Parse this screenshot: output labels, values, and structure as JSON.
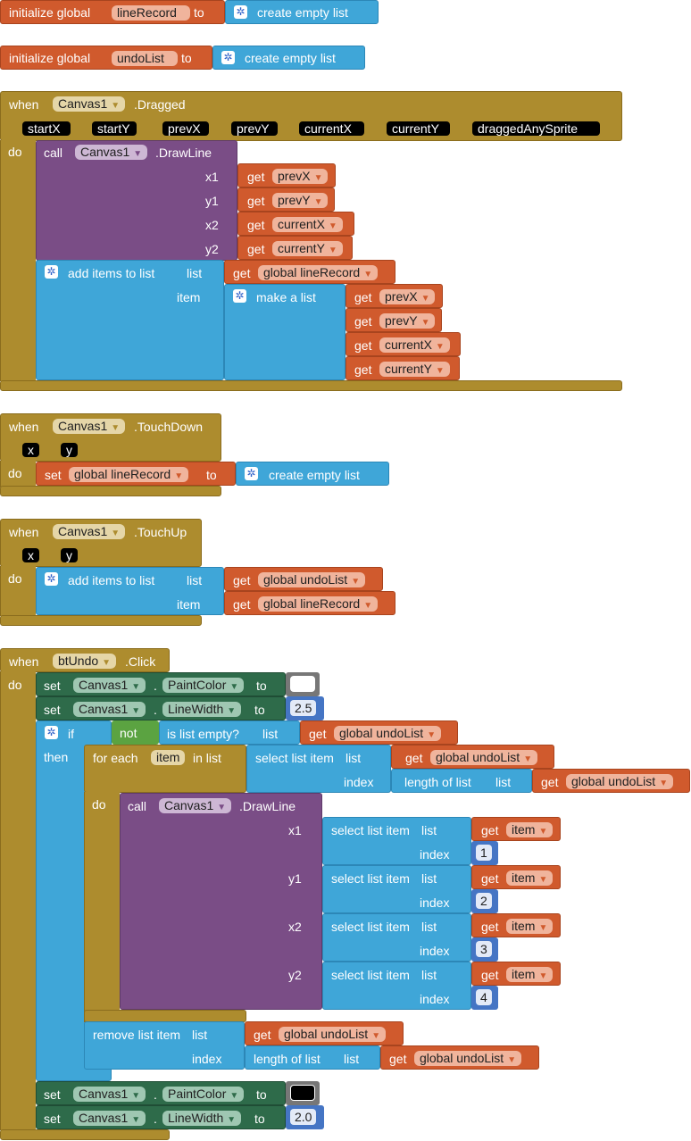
{
  "init1": {
    "keyword": "initialize global",
    "name": "lineRecord",
    "to": "to",
    "value": "create empty list"
  },
  "init2": {
    "keyword": "initialize global",
    "name": "undoList",
    "to": "to",
    "value": "create empty list"
  },
  "dragged": {
    "when": "when",
    "component": "Canvas1",
    "event": ".Dragged",
    "params": [
      "startX",
      "startY",
      "prevX",
      "prevY",
      "currentX",
      "currentY",
      "draggedAnySprite"
    ],
    "do": "do",
    "call": "call",
    "method": ".DrawLine",
    "args": [
      {
        "label": "x1",
        "get": "get",
        "var": "prevX"
      },
      {
        "label": "y1",
        "get": "get",
        "var": "prevY"
      },
      {
        "label": "x2",
        "get": "get",
        "var": "currentX"
      },
      {
        "label": "y2",
        "get": "get",
        "var": "currentY"
      }
    ],
    "add": {
      "label": "add items to list",
      "list_label": "list",
      "get": "get",
      "list_var": "global lineRecord",
      "item_label": "item",
      "make": "make a list",
      "items": [
        {
          "get": "get",
          "var": "prevX"
        },
        {
          "get": "get",
          "var": "prevY"
        },
        {
          "get": "get",
          "var": "currentX"
        },
        {
          "get": "get",
          "var": "currentY"
        }
      ]
    }
  },
  "touchdown": {
    "when": "when",
    "component": "Canvas1",
    "event": ".TouchDown",
    "params": [
      "x",
      "y"
    ],
    "do": "do",
    "set": "set",
    "var": "global lineRecord",
    "to": "to",
    "value": "create empty list"
  },
  "touchup": {
    "when": "when",
    "component": "Canvas1",
    "event": ".TouchUp",
    "params": [
      "x",
      "y"
    ],
    "do": "do",
    "add": {
      "label": "add items to list",
      "list_label": "list",
      "get1": "get",
      "list_var": "global undoList",
      "item_label": "item",
      "get2": "get",
      "item_var": "global lineRecord"
    }
  },
  "undo": {
    "when": "when",
    "component": "btUndo",
    "event": ".Click",
    "do": "do",
    "set1": {
      "set": "set",
      "comp": "Canvas1",
      "dot": ".",
      "prop": "PaintColor",
      "to": "to",
      "color": "#ffffff"
    },
    "set2": {
      "set": "set",
      "comp": "Canvas1",
      "dot": ".",
      "prop": "LineWidth",
      "to": "to",
      "value": "2.5"
    },
    "if": {
      "if": "if",
      "not": "not",
      "isempty": "is list empty?",
      "list_label": "list",
      "get": "get",
      "var": "global undoList",
      "then": "then"
    },
    "foreach": {
      "label": "for each",
      "var": "item",
      "inlist": "in list",
      "select": "select list item",
      "list_label": "list",
      "get": "get",
      "list_var": "global undoList",
      "index_label": "index",
      "length": "length of list",
      "length_list": "list",
      "get2": "get",
      "length_var": "global undoList",
      "do": "do"
    },
    "drawline": {
      "call": "call",
      "comp": "Canvas1",
      "method": ".DrawLine",
      "args": [
        {
          "label": "x1",
          "select": "select list item",
          "list_label": "list",
          "get": "get",
          "var": "item",
          "index_label": "index",
          "index": "1"
        },
        {
          "label": "y1",
          "select": "select list item",
          "list_label": "list",
          "get": "get",
          "var": "item",
          "index_label": "index",
          "index": "2"
        },
        {
          "label": "x2",
          "select": "select list item",
          "list_label": "list",
          "get": "get",
          "var": "item",
          "index_label": "index",
          "index": "3"
        },
        {
          "label": "y2",
          "select": "select list item",
          "list_label": "list",
          "get": "get",
          "var": "item",
          "index_label": "index",
          "index": "4"
        }
      ]
    },
    "remove": {
      "label": "remove list item",
      "list_label": "list",
      "get": "get",
      "var": "global undoList",
      "index_label": "index",
      "length": "length of list",
      "length_list": "list",
      "get2": "get",
      "length_var": "global undoList"
    },
    "set3": {
      "set": "set",
      "comp": "Canvas1",
      "dot": ".",
      "prop": "PaintColor",
      "to": "to",
      "color": "#000000"
    },
    "set4": {
      "set": "set",
      "comp": "Canvas1",
      "dot": ".",
      "prop": "LineWidth",
      "to": "to",
      "value": "2.0"
    }
  }
}
